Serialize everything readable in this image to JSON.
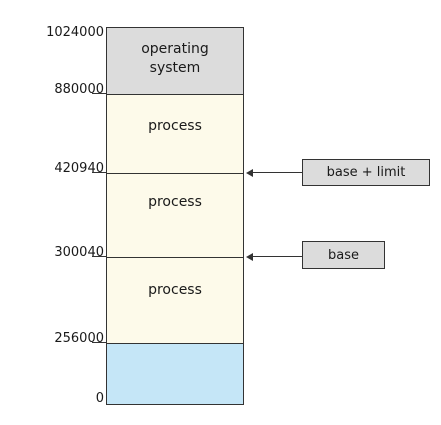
{
  "addresses": [
    "1024000",
    "880000",
    "420940",
    "300040",
    "256000",
    "0"
  ],
  "segments": {
    "os_line1": "operating",
    "os_line2": "system",
    "process_1": "process",
    "process_2": "process",
    "process_3": "process"
  },
  "registers": {
    "limit_label": "base + limit",
    "base_label": "base"
  },
  "colors": {
    "os": "#dcdcdc",
    "process": "#fdfaea",
    "free": "#c5e6f7",
    "register_box": "#dcdcdc"
  }
}
